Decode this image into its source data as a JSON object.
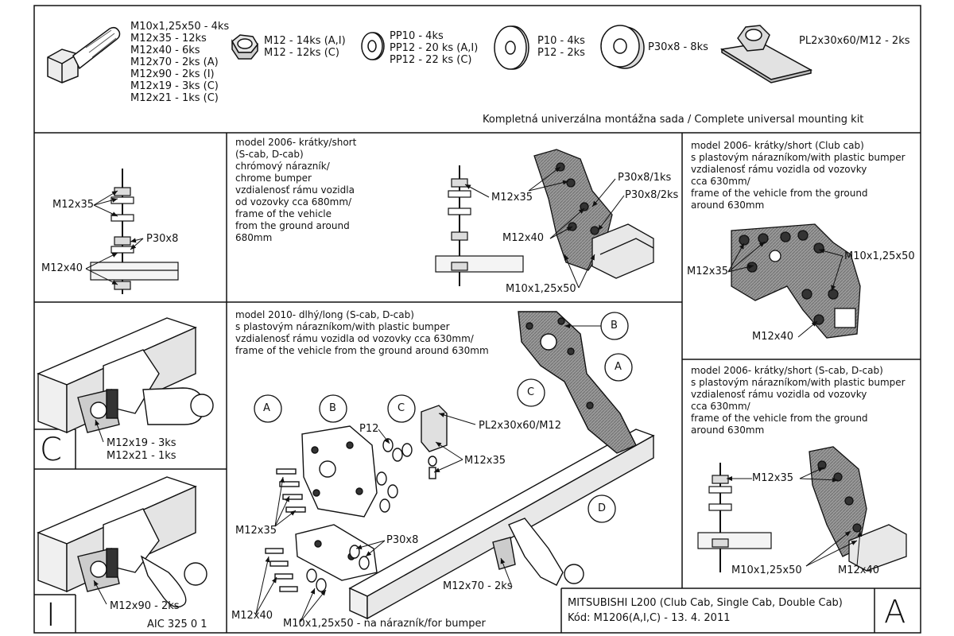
{
  "header": {
    "bolt_lines": [
      "M10x1,25x50 - 4ks",
      "M12x35 - 12ks",
      "M12x40 - 6ks",
      "M12x70 - 2ks (A)",
      "M12x90 - 2ks (I)",
      "M12x19 - 3ks (C)",
      "M12x21 - 1ks (C)"
    ],
    "nut_lines": [
      "M12 - 14ks (A,I)",
      "M12 - 12ks (C)"
    ],
    "washer_pp_lines": [
      "PP10 - 4ks",
      "PP12 - 20 ks (A,I)",
      "PP12 - 22 ks (C)"
    ],
    "washer_p_lines": [
      "P10 - 4ks",
      "P12 - 2ks"
    ],
    "spacer_label": "P30x8 - 8ks",
    "plate_label": "PL2x30x60/M12 - 2ks",
    "kit_caption": "Kompletná univerzálna montážna sada / Complete universal mounting kit"
  },
  "panel_short_chrome": {
    "text_lines": [
      "model 2006-  krátky/short",
      "(S-cab, D-cab)",
      "chrómový nárazník/",
      "chrome bumper",
      "vzdialenosť rámu vozidla",
      "od vozovky cca 680mm/",
      "frame of the vehicle",
      "from the ground around",
      "680mm"
    ],
    "left_labels": {
      "m12x35": "M12x35",
      "p30x8": "P30x8",
      "m12x40": "M12x40"
    },
    "right_labels": {
      "m12x35": "M12x35",
      "p30x8_1": "P30x8/1ks",
      "p30x8_2": "P30x8/2ks",
      "m12x40": "M12x40",
      "m10": "M10x1,25x50"
    }
  },
  "panel_club_cab": {
    "text_lines": [
      "model 2006-  krátky/short (Club cab)",
      "s plastovým nárazníkom/with plastic bumper",
      "vzdialenosť rámu vozidla od vozovky",
      "cca 630mm/",
      "frame of the vehicle from the ground",
      "around 630mm"
    ],
    "labels": {
      "m12x35": "M12x35",
      "m10": "M10x1,25x50",
      "m12x40": "M12x40"
    }
  },
  "panel_c": {
    "letter": "C",
    "label_lines": [
      "M12x19 - 3ks",
      "M12x21 - 1ks"
    ]
  },
  "panel_i": {
    "letter": "I",
    "label": "M12x90 - 2ks",
    "code": "AIC 325 0 1"
  },
  "panel_long": {
    "text_lines": [
      "model 2010-  dlhý/long (S-cab, D-cab)",
      "s plastovým nárazníkom/with plastic bumper",
      "vzdialenosť rámu vozidla od vozovky cca 630mm/",
      "frame of the vehicle from the ground around 630mm"
    ],
    "letters": {
      "a": "A",
      "b": "B",
      "c": "C",
      "d": "D"
    },
    "labels": {
      "p12": "P12",
      "pl": "PL2x30x60/M12",
      "m12x35_c": "M12x35",
      "m12x35_left": "M12x35",
      "p30x8": "P30x8",
      "m12x70": "M12x70 - 2ks",
      "m12x40": "M12x40",
      "m10": "M10x1,25x50 - na nárazník/for bumper"
    }
  },
  "panel_s_cab": {
    "text_lines": [
      "model 2006-  krátky/short (S-cab, D-cab)",
      "s plastovým nárazníkom/with plastic bumper",
      "vzdialenosť rámu vozidla od vozovky",
      "cca 630mm/",
      "frame of the vehicle from the ground",
      "around 630mm"
    ],
    "labels": {
      "m12x35": "M12x35",
      "m10": "M10x1,25x50",
      "m12x40": "M12x40"
    }
  },
  "title_block": {
    "line1": "MITSUBISHI L200  (Club Cab, Single Cab, Double Cab)",
    "line2": "Kód: M1206(A,I,C) - 13. 4. 2011",
    "letter": "A"
  }
}
